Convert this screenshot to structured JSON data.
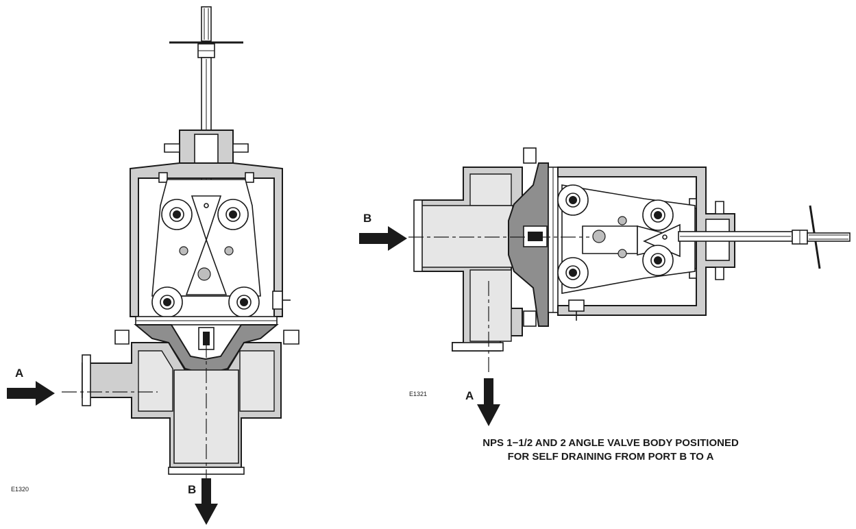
{
  "figures": [
    {
      "id": "left-valve",
      "figure_code": "E1320",
      "port_labels": {
        "inlet": "A",
        "outlet": "B"
      }
    },
    {
      "id": "right-valve",
      "figure_code": "E1321",
      "port_labels": {
        "inlet": "B",
        "outlet": "A"
      },
      "caption_line1": "NPS 1−1/2 AND 2 ANGLE VALVE BODY POSITIONED",
      "caption_line2": "FOR SELF DRAINING FROM PORT B TO A"
    }
  ],
  "colors": {
    "ink": "#1a1a1a",
    "body_fill": "#cfcfcf",
    "diaphragm_fill": "#8e8e8e",
    "paper": "#ffffff"
  }
}
